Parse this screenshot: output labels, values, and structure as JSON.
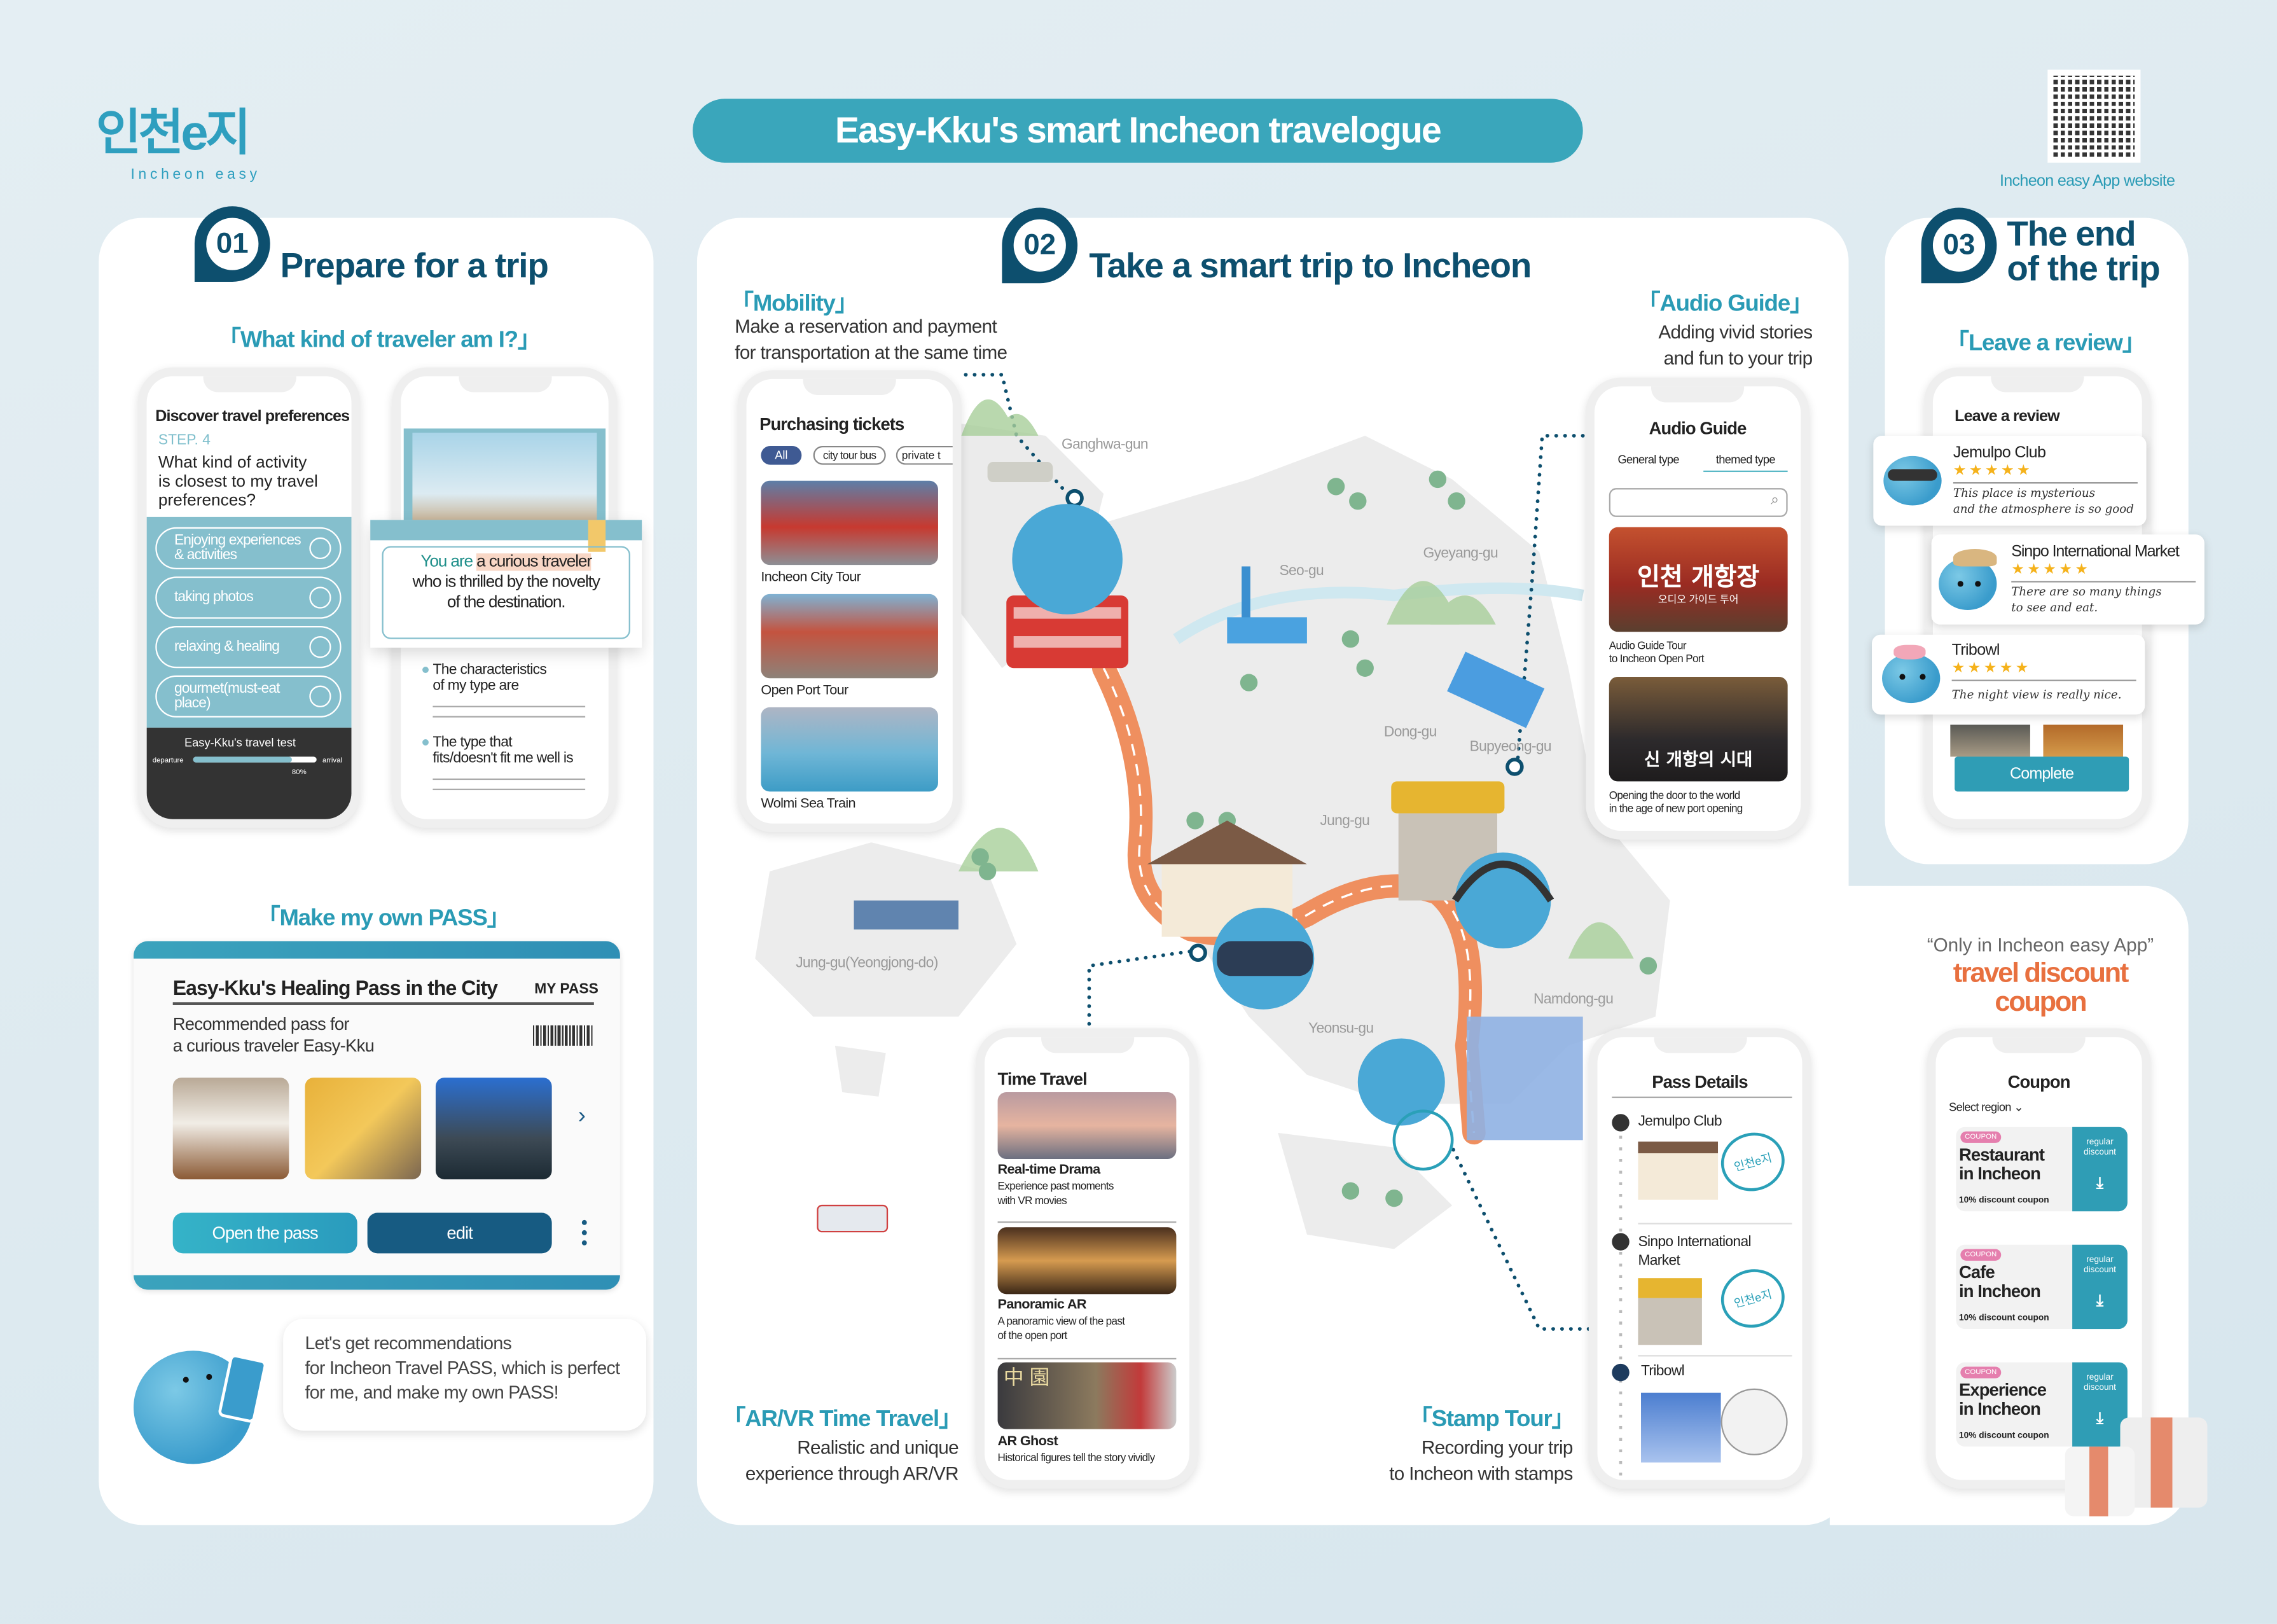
{
  "header": {
    "logo_korean": "인천e지",
    "logo_english": "Incheon easy",
    "title": "Easy-Kku's smart Incheon travelogue",
    "qr_caption": "Incheon easy App website"
  },
  "colors": {
    "primary_dark": "#0d4f6e",
    "teal": "#2a9bb5",
    "title_pill": "#3aa6bb",
    "coupon_orange": "#e8703f"
  },
  "section1": {
    "number": "01",
    "title": "Prepare for a trip",
    "subtitle": "「What kind of traveler am I?」",
    "quiz_phone": {
      "title": "Discover travel preferences",
      "step": "STEP. 4",
      "question": [
        "What kind of activity",
        "is closest to my travel",
        "preferences?"
      ],
      "options": [
        "Enjoying experiences & activities",
        "taking photos",
        "relaxing & healing",
        "gourmet(must-eat place)"
      ],
      "test_title": "Easy-Kku's travel test",
      "progress_start": "departure",
      "progress_end": "arrival",
      "progress_label": "80%",
      "progress": 0.8
    },
    "result_phone": {
      "result_prefix": "You are",
      "result_highlight": "a curious traveler",
      "result_line2": "who is thrilled by the novelty",
      "result_line3": "of the destination.",
      "bullet1": [
        "The characteristics",
        "of my type are"
      ],
      "bullet2": [
        "The type that",
        "fits/doesn't fit me well is"
      ]
    },
    "pass_subtitle": "「Make my own PASS」",
    "pass_card": {
      "title": "Easy-Kku's Healing Pass in the City",
      "tag": "MY PASS",
      "desc": [
        "Recommended pass for",
        "a curious traveler Easy-Kku"
      ],
      "open_button": "Open the pass",
      "edit_button": "edit"
    },
    "speech": [
      "Let's get recommendations",
      "for Incheon Travel PASS, which is perfect",
      "for me, and make my own PASS!"
    ]
  },
  "section2": {
    "number": "02",
    "title": "Take a smart trip to Incheon",
    "mobility": {
      "heading": "「Mobility」",
      "desc": [
        "Make a reservation and payment",
        "for transportation at the same time"
      ],
      "phone_title": "Purchasing tickets",
      "chips": [
        "All",
        "city tour bus",
        "private t"
      ],
      "items": [
        "Incheon City Tour",
        "Open Port Tour",
        "Wolmi Sea Train"
      ]
    },
    "audio": {
      "heading": "「Audio Guide」",
      "desc": [
        "Adding vivid stories",
        "and fun to your trip"
      ],
      "phone_title": "Audio Guide",
      "tabs": [
        "General type",
        "themed type"
      ],
      "search_placeholder": "",
      "banner1_text": "인천 개항장",
      "banner1_sub": "오디오 가이드 투어",
      "item1": [
        "Audio Guide Tour",
        "to Incheon Open Port"
      ],
      "banner2_text": "신 개항의 시대",
      "item2": [
        "Opening the door to the world",
        "in the age of new port opening"
      ]
    },
    "districts": [
      "Ganghwa-gun",
      "Seo-gu",
      "Gyeyang-gu",
      "Dong-gu",
      "Bupyeong-gu",
      "Jung-gu",
      "Jung-gu(Yeongjong-do)",
      "Namdong-gu",
      "Yeonsu-gu"
    ],
    "arvr": {
      "heading": "「AR/VR Time Travel」",
      "desc": [
        "Realistic and unique",
        "experience through AR/VR"
      ],
      "phone_title": "Time Travel",
      "items": [
        {
          "title": "Real-time Drama",
          "desc": [
            "Experience past moments",
            "with VR movies"
          ]
        },
        {
          "title": "Panoramic AR",
          "desc": [
            "A panoramic view of the past",
            "of the open port"
          ]
        },
        {
          "title": "AR Ghost",
          "desc": [
            "Historical figures tell the story vividly"
          ]
        }
      ],
      "banner_chinese": "中 園"
    },
    "stamp": {
      "heading": "「Stamp Tour」",
      "desc": [
        "Recording your trip",
        "to Incheon with stamps"
      ],
      "phone_title": "Pass Details",
      "stamp_text": "인천e지",
      "items": [
        "Jemulpo Club",
        "Sinpo International Market",
        "Tribowl"
      ]
    }
  },
  "section3": {
    "number": "03",
    "title": [
      "The end",
      "of the trip"
    ],
    "subtitle": "「Leave a review」",
    "phone_title": "Leave a review",
    "reviews": [
      {
        "place": "Jemulpo Club",
        "rating": 5,
        "text": [
          "This place is mysterious",
          "and the atmosphere is so good"
        ]
      },
      {
        "place": "Sinpo International Market",
        "rating": 5,
        "text": [
          "There are so many things",
          "to see and eat."
        ]
      },
      {
        "place": "Tribowl",
        "rating": 5,
        "text": [
          "The night view is really nice."
        ]
      }
    ],
    "complete_button": "Complete",
    "coupon_intro": "“Only in Incheon easy App”",
    "coupon_heading": [
      "travel discount",
      "coupon"
    ],
    "coupon_phone": {
      "title": "Coupon",
      "select_region": "Select region",
      "coupons": [
        {
          "badge": "COUPON",
          "title": [
            "Restaurant",
            "in Incheon"
          ],
          "discount": "10% discount coupon",
          "type": [
            "regular",
            "discount"
          ]
        },
        {
          "badge": "COUPON",
          "title": [
            "Cafe",
            "in Incheon"
          ],
          "discount": "10% discount coupon",
          "type": [
            "regular",
            "discount"
          ]
        },
        {
          "badge": "COUPON",
          "title": [
            "Experience",
            "in Incheon"
          ],
          "discount": "10% discount coupon",
          "type": [
            "regular",
            "discount"
          ]
        }
      ]
    }
  }
}
